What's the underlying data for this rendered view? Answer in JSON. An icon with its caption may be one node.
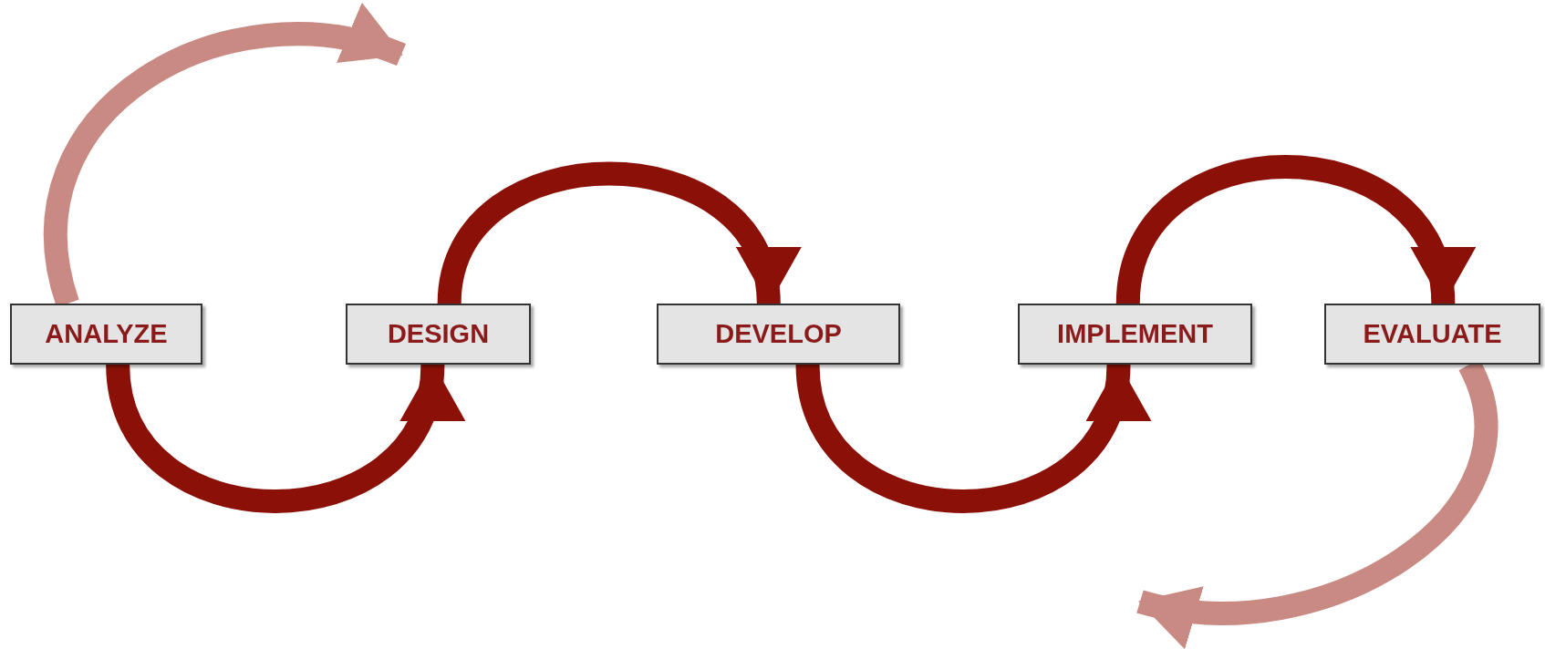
{
  "diagram": {
    "nodes": [
      {
        "text": [
          "ANALYZE"
        ]
      },
      {
        "text": [
          "DESIGN"
        ]
      },
      {
        "text": [
          "DEVELOP"
        ]
      },
      {
        "text": [
          "IMPLEMENT"
        ]
      },
      {
        "text": [
          "EVALUATE"
        ]
      }
    ],
    "edges": [
      {
        "from": 0,
        "to": 1,
        "arrow": "to"
      },
      {
        "from": 1,
        "to": 2,
        "arrow": "to"
      },
      {
        "from": 2,
        "to": 3,
        "arrow": "to"
      },
      {
        "from": 3,
        "to": 4,
        "arrow": "to"
      },
      {
        "from": 0,
        "to": null,
        "arrow": "to",
        "color": "#c98a84"
      },
      {
        "from": 4,
        "to": null,
        "arrow": "to",
        "color": "#c98a84"
      }
    ]
  }
}
